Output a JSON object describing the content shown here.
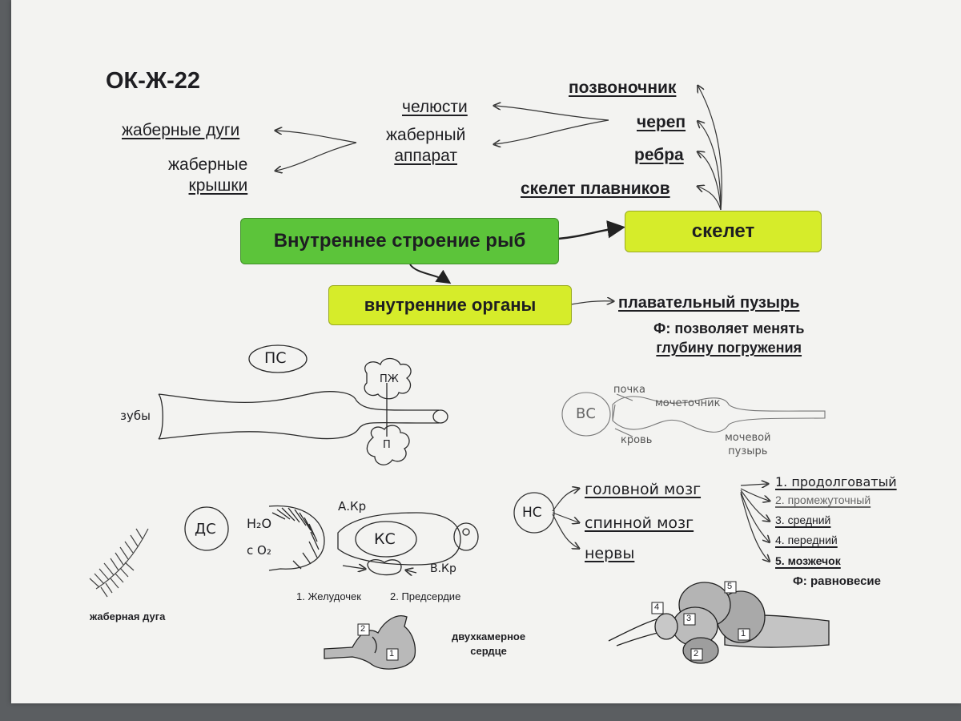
{
  "title": "ОК-Ж-22",
  "central": "Внутреннее строение рыб",
  "skeleton": {
    "label": "скелет",
    "items": [
      "позвоночник",
      "череп",
      "ребра",
      "скелет плавников"
    ]
  },
  "skull": {
    "jaws": "челюсти",
    "gill_apparatus": [
      "жаберный",
      "аппарат"
    ],
    "gill_arches": "жаберные дуги",
    "gill_covers": [
      "жаберные",
      "крышки"
    ]
  },
  "organs": {
    "label": "внутренние органы",
    "swim_bladder": "плавательный пузырь",
    "function": [
      "Ф: позволяет менять",
      "глубину погружения"
    ]
  },
  "digestive": {
    "label": "ПС",
    "teeth": "зубы",
    "pancreas": "ПЖ",
    "liver": "П"
  },
  "excretory": {
    "label": "ВС",
    "kidney": "почка",
    "ureter": "мочеточник",
    "blood": "кровь",
    "bladder": [
      "мочевой",
      "пузырь"
    ]
  },
  "respiratory": {
    "label": "ДС",
    "water_in": "H₂O",
    "water_out": "c O₂",
    "gill_arch_caption": "жаберная дуга"
  },
  "circulatory": {
    "label": "КС",
    "artery": "А.Кр",
    "vein": "В.Кр",
    "ventricle": "1. Желудочек",
    "atrium": "2. Предсердие",
    "heart": [
      "двухкамерное",
      "сердце"
    ],
    "heart_nums": [
      "2",
      "1"
    ]
  },
  "nervous": {
    "label": "НС",
    "brain": "головной мозг",
    "spinal": "спинной мозг",
    "nerves": "нервы",
    "parts": [
      "1. продолговатый",
      "2. промежуточный",
      "3. средний",
      "4. передний",
      "5. мозжечок"
    ],
    "function": "Ф: равновесие",
    "brain_nums": [
      "4",
      "5",
      "3",
      "1",
      "2"
    ]
  },
  "colors": {
    "green": "#5cc43a",
    "yellow": "#d6ec2a",
    "paper": "#f3f3f1",
    "ink": "#1e1e22"
  }
}
